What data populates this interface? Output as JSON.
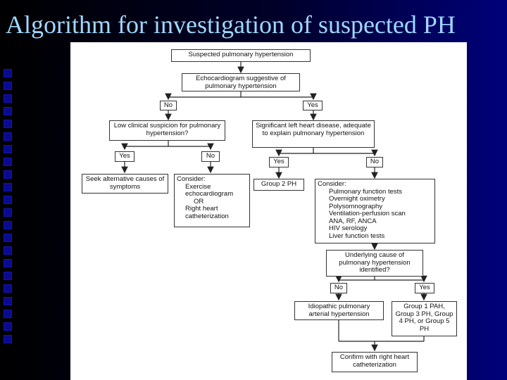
{
  "slide": {
    "title": "Algorithm for investigation of suspected PH"
  },
  "flowchart": {
    "start": "Suspected pulmonary hypertension",
    "echo": "Echocardiogram suggestive of pulmonary hypertension",
    "echo_no": "No",
    "echo_yes": "Yes",
    "low_suspicion": "Low clinical suspicion for pulmonary hypertension?",
    "low_yes": "Yes",
    "low_no": "No",
    "seek_alt": "Seek alternative causes of symptoms",
    "consider_left": {
      "title": "Consider:",
      "items": [
        "Exercise echocardiogram",
        "OR",
        "Right heart catheterization"
      ]
    },
    "left_heart": "Significant left heart disease, adequate to explain pulmonary hypertension",
    "lh_yes": "Yes",
    "lh_no": "No",
    "group2": "Group 2 PH",
    "consider_right": {
      "title": "Consider:",
      "items": [
        "Pulmonary function tests",
        "Overnight oximetry",
        "Polysomnography",
        "Ventilation-perfusion scan",
        "ANA, RF, ANCA",
        "HIV serology",
        "Liver function tests"
      ]
    },
    "underlying": "Underlying cause of pulmonary hypertension identified?",
    "und_no": "No",
    "und_yes": "Yes",
    "idiopathic": "Idiopathic pulmonary arterial hypertension",
    "groups": "Group 1 PAH, Group 3 PH, Group 4 PH, or Group 5 PH",
    "confirm": "Confirm with right heart catheterization"
  }
}
